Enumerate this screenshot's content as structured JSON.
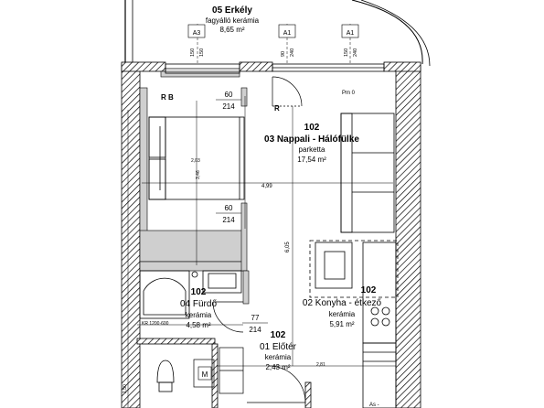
{
  "rooms": {
    "balcony": {
      "number": "05 Erkély",
      "finish": "fagyálló kerámia",
      "area": "8,65 m²"
    },
    "living": {
      "code": "102",
      "number": "03 Nappali - Hálófülke",
      "finish": "parketta",
      "area": "17,54 m²"
    },
    "kitchen": {
      "code": "102",
      "number": "02 Konyha - étkező",
      "finish": "kerámia",
      "area": "5,91 m²"
    },
    "bathroom": {
      "code": "102",
      "number": "04 Fürdő",
      "finish": "kerámia",
      "area": "4,58 m²"
    },
    "hall": {
      "code": "102",
      "number": "01 Előtér",
      "finish": "kerámia",
      "area": "2,43 m²"
    }
  },
  "tags": {
    "a3": "A3",
    "a1_left": "A1",
    "a1_right": "A1"
  },
  "dimensions": {
    "d150a": "150",
    "d150b": "150",
    "d90": "90",
    "d240a": "240",
    "d150c": "150",
    "d240b": "240",
    "w60_top": "60",
    "h214_top": "214",
    "w60_mid": "60",
    "h214_mid": "214",
    "w77": "77",
    "h214_low": "214",
    "bed_w": "2,03",
    "bed_len": "3,46",
    "span_h": "4,99",
    "span_v": "6,05",
    "low_span": "2,81",
    "bath_h": "1,50"
  },
  "labels": {
    "rb": "R B",
    "r": "R",
    "pm": "Pm 0",
    "tub": "KR 1200·600",
    "m": "M",
    "as": "As - "
  }
}
